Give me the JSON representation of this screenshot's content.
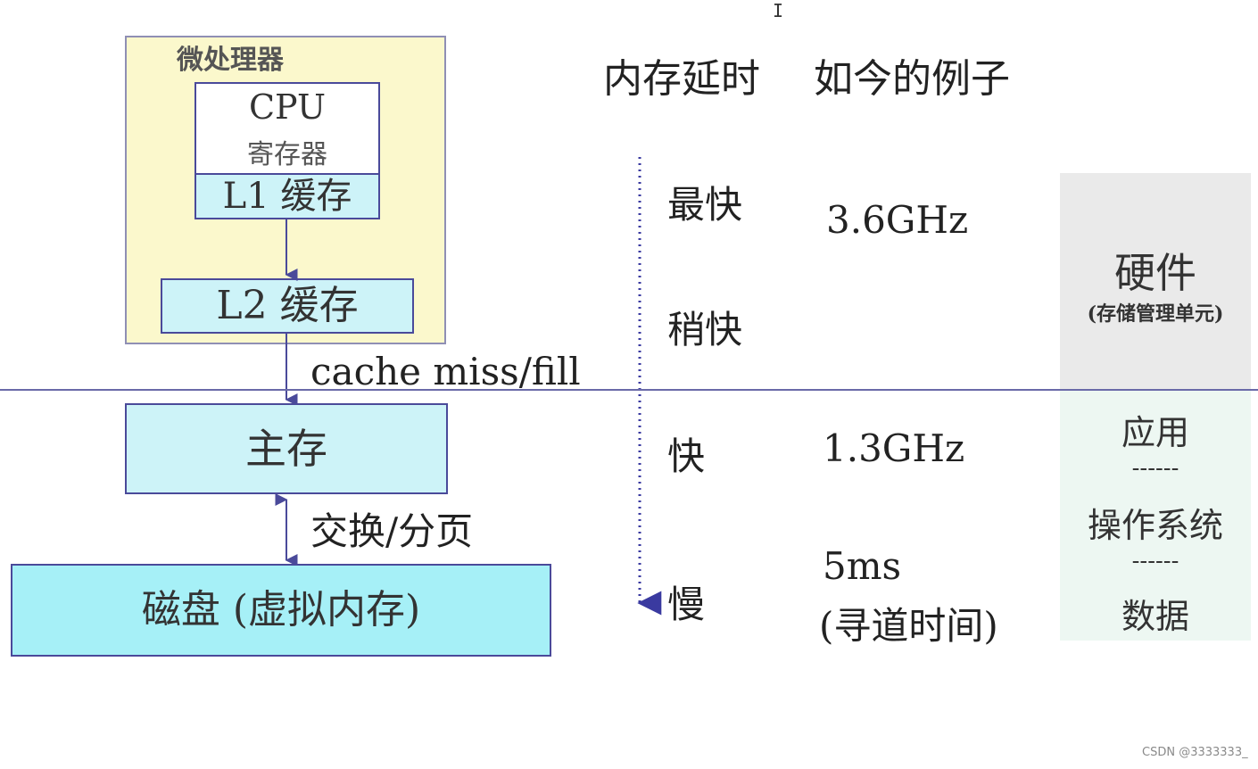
{
  "diagram": {
    "microprocessor_label": "微处理器",
    "cpu_label": "CPU",
    "register_label": "寄存器",
    "l1_label": "L1 缓存",
    "l2_label": "L2 缓存",
    "cache_label": "cache miss/fill",
    "main_memory_label": "主存",
    "swap_label": "交换/分页",
    "disk_label": "磁盘 (虚拟内存)"
  },
  "columns": {
    "latency_header": "内存延时",
    "example_header": "如今的例子"
  },
  "latency": {
    "fastest": "最快",
    "faster": "稍快",
    "fast": "快",
    "slow": "慢"
  },
  "examples": {
    "fastest": "3.6GHz",
    "fast": "1.3GHz",
    "slow_value": "5ms",
    "slow_note": "(寻道时间)"
  },
  "side": {
    "hardware": "硬件",
    "hardware_note": "(存储管理单元)",
    "application": "应用",
    "os": "操作系统",
    "data": "数据",
    "separator": "------"
  },
  "watermark": "CSDN @3333333_",
  "colors": {
    "micro_fill": "#fbf8cc",
    "cache_fill": "#cdf3f8",
    "disk_fill": "#a6f0f7",
    "line_color": "#6a6aa8",
    "hardware_panel": "#eaeaea",
    "software_panel": "#edf7f2"
  },
  "cursor_icon": "text-cursor-icon"
}
